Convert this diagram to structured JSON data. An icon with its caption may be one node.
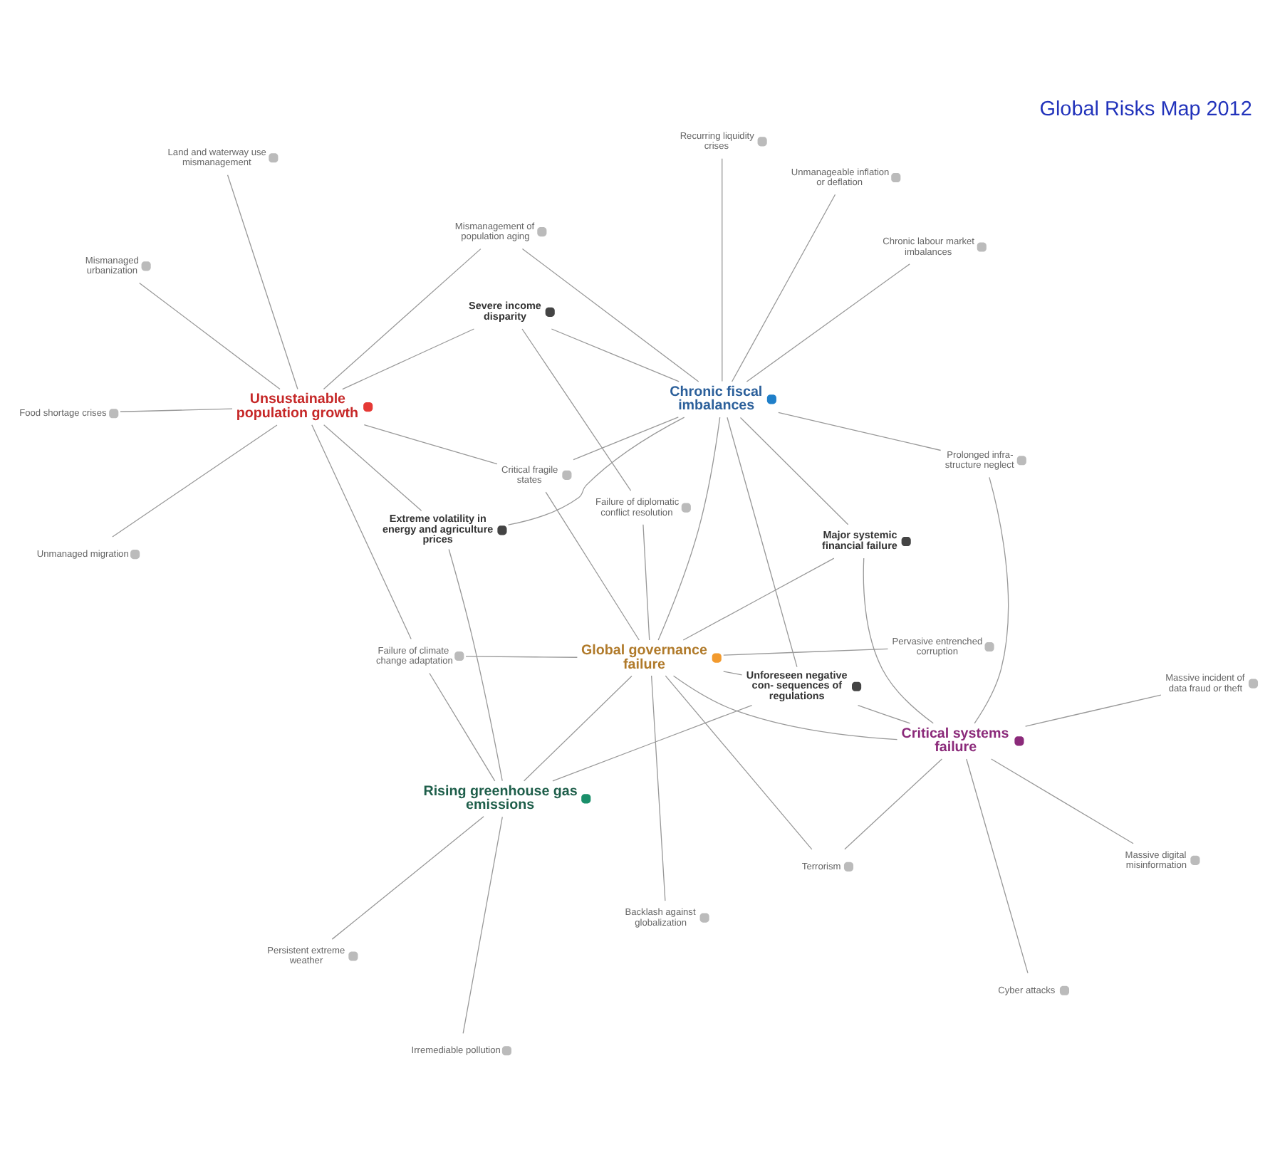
{
  "diagram": {
    "title": "Global Risks Map 2012",
    "nodes": [
      {
        "text": [
          "Rising greenhouse gas emissions"
        ]
      },
      {
        "text": [
          "Irremediable pollution"
        ]
      },
      {
        "text": [
          "Persistent extreme weather"
        ]
      },
      {
        "text": [
          "Unforeseen negative con- sequences of regulations"
        ]
      },
      {
        "text": [
          "Failure of climate change adaptation"
        ]
      },
      {
        "text": [
          "Extreme volatility in energy and agriculture prices"
        ]
      },
      {
        "text": [
          "Critical systems failure"
        ]
      },
      {
        "text": [
          "Massive incident of data fraud or theft"
        ]
      },
      {
        "text": [
          "Cyber attacks"
        ]
      },
      {
        "text": [
          "Massive digital misinformation"
        ]
      },
      {
        "text": [
          "Terrorism"
        ]
      },
      {
        "text": [
          "Backlash against globalization"
        ]
      },
      {
        "text": [
          "Global governance failure"
        ]
      },
      {
        "text": [
          "Pervasive entrenched corruption"
        ]
      },
      {
        "text": [
          "Critical fragile states"
        ]
      },
      {
        "text": [
          "Mismanagement of population aging"
        ]
      },
      {
        "text": [
          "Failure of diplomatic conflict resolution"
        ]
      },
      {
        "text": [
          "Unsustainable population growth"
        ]
      },
      {
        "text": [
          "Mismanaged urbanization"
        ]
      },
      {
        "text": [
          "Land and waterway use mismanagement"
        ]
      },
      {
        "text": [
          "Food shortage crises"
        ]
      },
      {
        "text": [
          "Unmanaged migration"
        ]
      },
      {
        "text": [
          "Major systemic financial failure"
        ]
      },
      {
        "text": [
          "Prolonged infra- structure neglect"
        ]
      },
      {
        "text": [
          "Severe income disparity"
        ]
      },
      {
        "text": [
          "Chronic fiscal imbalances"
        ]
      },
      {
        "text": [
          "Chronic labour market imbalances"
        ]
      },
      {
        "text": [
          "Unmanageable inflation or deflation"
        ]
      },
      {
        "text": [
          "Recurring liquidity crises"
        ]
      }
    ],
    "edges": [
      {
        "from": 0,
        "to": 1,
        "arrow": "none"
      },
      {
        "from": 0,
        "to": 2,
        "arrow": "none"
      },
      {
        "from": 0,
        "to": 3,
        "arrow": "none"
      },
      {
        "from": 0,
        "to": 4,
        "arrow": "none"
      },
      {
        "from": 0,
        "to": 12,
        "arrow": "none"
      },
      {
        "from": 0,
        "to": 5,
        "arrow": "none"
      },
      {
        "from": 3,
        "to": 6,
        "arrow": "none"
      },
      {
        "from": 3,
        "to": 12,
        "arrow": "none"
      },
      {
        "from": 3,
        "to": 25,
        "arrow": "none"
      },
      {
        "from": 4,
        "to": 12,
        "arrow": "none"
      },
      {
        "from": 4,
        "to": 17,
        "arrow": "none"
      },
      {
        "from": 5,
        "to": 17,
        "arrow": "none"
      },
      {
        "from": 5,
        "to": 25,
        "arrow": "none"
      },
      {
        "from": 6,
        "to": 7,
        "arrow": "none"
      },
      {
        "from": 6,
        "to": 8,
        "arrow": "none"
      },
      {
        "from": 6,
        "to": 9,
        "arrow": "none"
      },
      {
        "from": 6,
        "to": 10,
        "arrow": "none"
      },
      {
        "from": 6,
        "to": 12,
        "arrow": "none"
      },
      {
        "from": 6,
        "to": 22,
        "arrow": "none"
      },
      {
        "from": 6,
        "to": 23,
        "arrow": "none"
      },
      {
        "from": 10,
        "to": 12,
        "arrow": "none"
      },
      {
        "from": 11,
        "to": 12,
        "arrow": "none"
      },
      {
        "from": 12,
        "to": 13,
        "arrow": "none"
      },
      {
        "from": 12,
        "to": 14,
        "arrow": "none"
      },
      {
        "from": 12,
        "to": 16,
        "arrow": "none"
      },
      {
        "from": 12,
        "to": 22,
        "arrow": "none"
      },
      {
        "from": 12,
        "to": 25,
        "arrow": "none"
      },
      {
        "from": 14,
        "to": 17,
        "arrow": "none"
      },
      {
        "from": 14,
        "to": 25,
        "arrow": "none"
      },
      {
        "from": 15,
        "to": 17,
        "arrow": "none"
      },
      {
        "from": 15,
        "to": 25,
        "arrow": "none"
      },
      {
        "from": 16,
        "to": 24,
        "arrow": "none"
      },
      {
        "from": 17,
        "to": 18,
        "arrow": "none"
      },
      {
        "from": 17,
        "to": 19,
        "arrow": "none"
      },
      {
        "from": 17,
        "to": 20,
        "arrow": "none"
      },
      {
        "from": 17,
        "to": 21,
        "arrow": "none"
      },
      {
        "from": 24,
        "to": 17,
        "arrow": "none"
      },
      {
        "from": 24,
        "to": 25,
        "arrow": "none"
      },
      {
        "from": 22,
        "to": 25,
        "arrow": "none"
      },
      {
        "from": 23,
        "to": 25,
        "arrow": "none"
      },
      {
        "from": 25,
        "to": 26,
        "arrow": "none"
      },
      {
        "from": 25,
        "to": 27,
        "arrow": "none"
      },
      {
        "from": 25,
        "to": 28,
        "arrow": "none"
      }
    ]
  }
}
